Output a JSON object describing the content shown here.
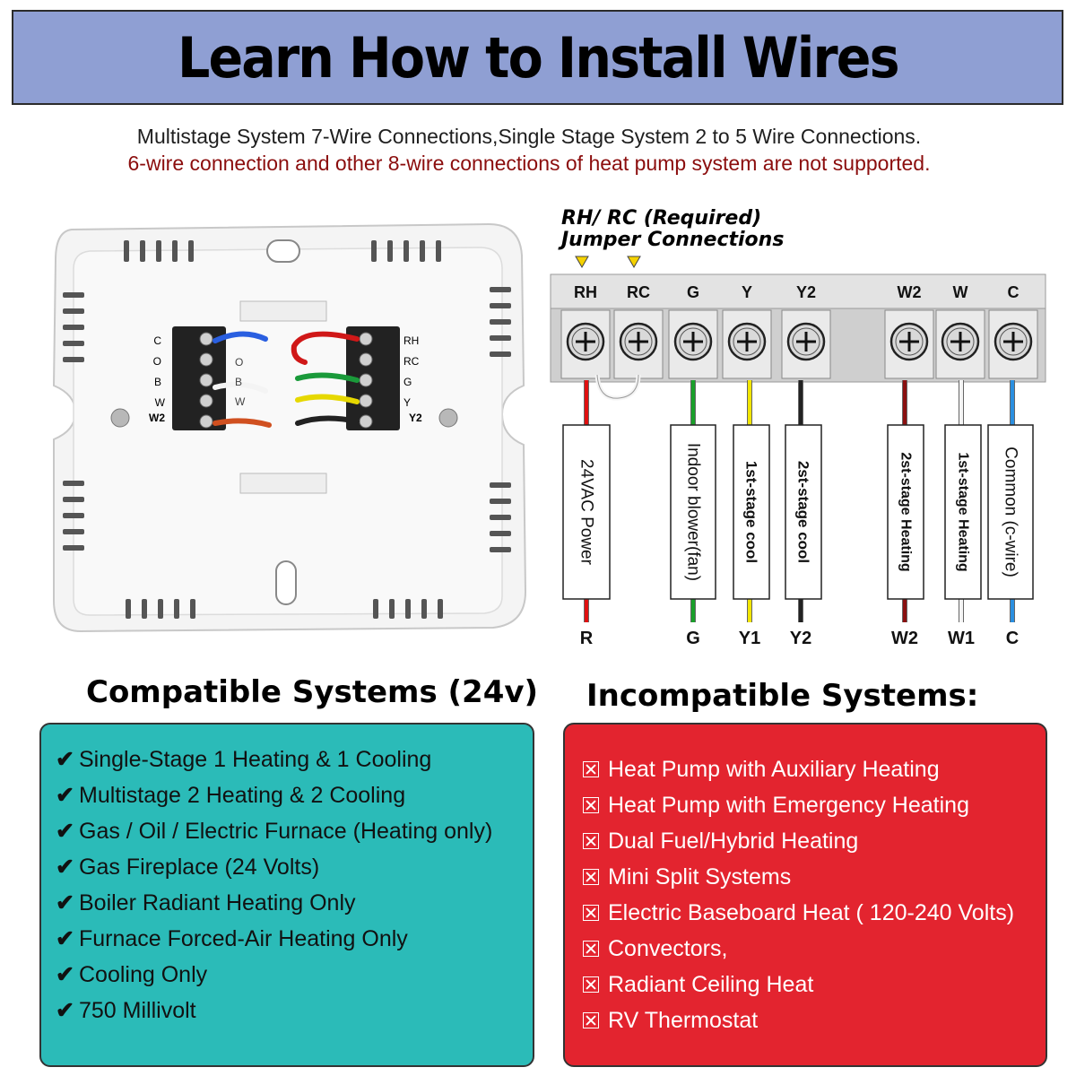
{
  "title": "Learn How to Install Wires",
  "subtitle_line1": "Multistage System 7-Wire Connections,Single Stage System 2 to 5 Wire Connections.",
  "subtitle_line2": "6-wire connection and other 8-wire connections of heat pump system are not supported.",
  "jumper_label_line1": "RH/ RC (Required)",
  "jumper_label_line2": "Jumper Connections",
  "terminal_labels": [
    "RH",
    "RC",
    "G",
    "Y",
    "Y2",
    "W2",
    "W",
    "C"
  ],
  "wire_functions": [
    "24VAC Power",
    "Indoor blower(fan)",
    "1st-stage cool",
    "2st-stage cool",
    "2st-stage Heating",
    "1st-stage Heating",
    "Common (c-wire)"
  ],
  "wire_ends": [
    "R",
    "G",
    "Y1",
    "Y2",
    "W2",
    "W1",
    "C"
  ],
  "plate_left_labels": [
    "C",
    "O",
    "B",
    "W",
    "W2"
  ],
  "plate_inner_labels": [
    "O",
    "B",
    "W"
  ],
  "plate_right_labels": [
    "RH",
    "RC",
    "G",
    "Y",
    "Y2"
  ],
  "compatible": {
    "title": "Compatible Systems (24v)",
    "items": [
      "Single-Stage 1 Heating & 1 Cooling",
      "Multistage 2 Heating & 2 Cooling",
      "Gas / Oil / Electric Furnace (Heating only)",
      "Gas Fireplace (24 Volts)",
      "Boiler Radiant Heating Only",
      "Furnace Forced-Air Heating Only",
      "Cooling Only",
      "750 Millivolt"
    ]
  },
  "incompatible": {
    "title": "Incompatible Systems:",
    "items": [
      "Heat Pump with Auxiliary Heating",
      "Heat Pump with Emergency Heating",
      "Dual Fuel/Hybrid Heating",
      "Mini Split Systems",
      "Electric Baseboard Heat ( 120-240 Volts)",
      "Convectors,",
      "Radiant Ceiling Heat",
      "RV Thermostat"
    ]
  },
  "colors": {
    "banner": "#8f9fd3",
    "compatible_panel": "#2bbbb8",
    "incompatible_panel": "#e3242f",
    "warning_text": "#8b0d0d",
    "wire_red": "#e01010",
    "wire_green": "#1aa02a",
    "wire_yellow": "#f2e600",
    "wire_black": "#222222",
    "wire_darkred": "#8a1010",
    "wire_white": "#f4f4f4",
    "wire_blue": "#2a8fe0"
  }
}
